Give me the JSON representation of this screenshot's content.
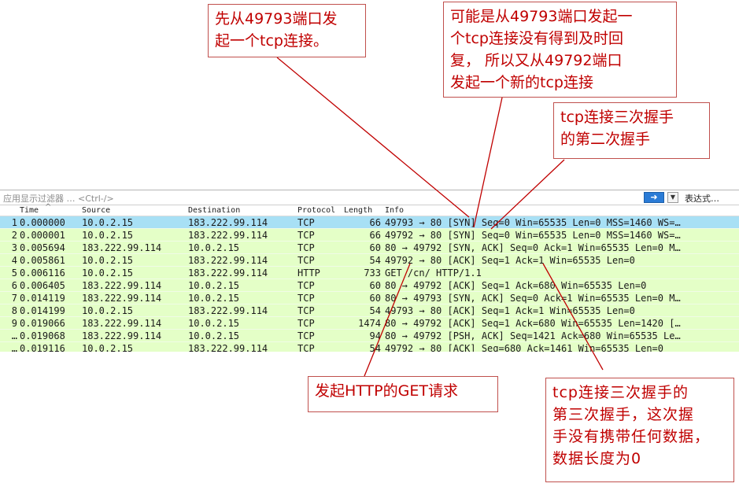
{
  "callouts": {
    "c1": "先从49793端口发\n起一个tcp连接。",
    "c2": "可能是从49793端口发起一\n个tcp连接没有得到及时回\n复，  所以又从49792端口\n发起一个新的tcp连接",
    "c3": "tcp连接三次握手\n的第二次握手",
    "c4": "发起HTTP的GET请求",
    "c5": "tcp连接三次握手的\n第三次握手，这次握\n手没有携带任何数据，\n数据长度为0"
  },
  "filter_bar": {
    "placeholder": "应用显示过滤器 … <Ctrl-/>",
    "apply_icon": "arrow-right-icon",
    "dropdown_icon": "chevron-down-icon",
    "expression_label": "表达式…"
  },
  "columns": {
    "no": "",
    "time": "Time",
    "source": "Source",
    "destination": "Destination",
    "protocol": "Protocol",
    "length": "Length",
    "info": "Info"
  },
  "packets": [
    {
      "no": "1",
      "time": "0.000000",
      "source": "10.0.2.15",
      "destination": "183.222.99.114",
      "protocol": "TCP",
      "length": "66",
      "info": "49793 → 80 [SYN] Seq=0 Win=65535 Len=0 MSS=1460 WS=…"
    },
    {
      "no": "2",
      "time": "0.000001",
      "source": "10.0.2.15",
      "destination": "183.222.99.114",
      "protocol": "TCP",
      "length": "66",
      "info": "49792 → 80 [SYN] Seq=0 Win=65535 Len=0 MSS=1460 WS=…"
    },
    {
      "no": "3",
      "time": "0.005694",
      "source": "183.222.99.114",
      "destination": "10.0.2.15",
      "protocol": "TCP",
      "length": "60",
      "info": "80 → 49792 [SYN, ACK] Seq=0 Ack=1 Win=65535 Len=0 M…"
    },
    {
      "no": "4",
      "time": "0.005861",
      "source": "10.0.2.15",
      "destination": "183.222.99.114",
      "protocol": "TCP",
      "length": "54",
      "info": "49792 → 80 [ACK] Seq=1 Ack=1 Win=65535 Len=0"
    },
    {
      "no": "5",
      "time": "0.006116",
      "source": "10.0.2.15",
      "destination": "183.222.99.114",
      "protocol": "HTTP",
      "length": "733",
      "info": "GET /cn/ HTTP/1.1"
    },
    {
      "no": "6",
      "time": "0.006405",
      "source": "183.222.99.114",
      "destination": "10.0.2.15",
      "protocol": "TCP",
      "length": "60",
      "info": "80 → 49792 [ACK] Seq=1 Ack=680 Win=65535 Len=0"
    },
    {
      "no": "7",
      "time": "0.014119",
      "source": "183.222.99.114",
      "destination": "10.0.2.15",
      "protocol": "TCP",
      "length": "60",
      "info": "80 → 49793 [SYN, ACK] Seq=0 Ack=1 Win=65535 Len=0 M…"
    },
    {
      "no": "8",
      "time": "0.014199",
      "source": "10.0.2.15",
      "destination": "183.222.99.114",
      "protocol": "TCP",
      "length": "54",
      "info": "49793 → 80 [ACK] Seq=1 Ack=1 Win=65535 Len=0"
    },
    {
      "no": "9",
      "time": "0.019066",
      "source": "183.222.99.114",
      "destination": "10.0.2.15",
      "protocol": "TCP",
      "length": "1474",
      "info": "80 → 49792 [ACK] Seq=1 Ack=680 Win=65535 Len=1420 […"
    },
    {
      "no": "…",
      "time": "0.019068",
      "source": "183.222.99.114",
      "destination": "10.0.2.15",
      "protocol": "TCP",
      "length": "94",
      "info": "80 → 49792 [PSH, ACK] Seq=1421 Ack=680 Win=65535 Le…"
    },
    {
      "no": "…",
      "time": "0.019116",
      "source": "10.0.2.15",
      "destination": "183.222.99.114",
      "protocol": "TCP",
      "length": "54",
      "info": "49792 → 80 [ACK] Seq=680 Ack=1461 Win=65535 Len=0"
    }
  ],
  "colors": {
    "tcp_row": "#e4ffc7",
    "selected_row": "#a8e0f5",
    "callout_text": "#c00000",
    "callout_border": "#c0504d",
    "annotation_line": "#c00000"
  }
}
